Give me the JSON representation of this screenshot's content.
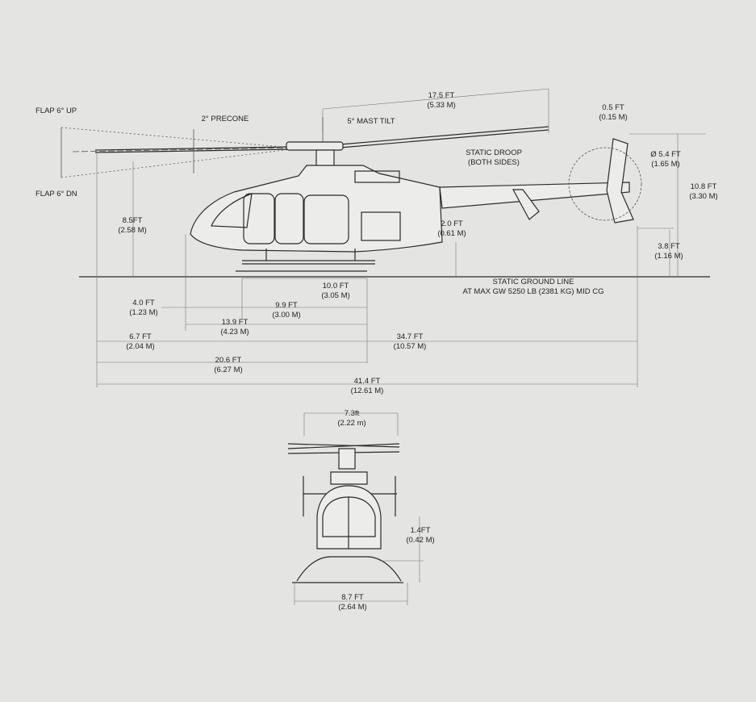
{
  "side_view": {
    "flap_up": "FLAP 6° UP",
    "flap_dn": "FLAP 6° DN",
    "precone": "2° PRECONE",
    "mast_tilt": "5° MAST TILT",
    "rotor_radius": {
      "ft": "17.5 FT",
      "m": "(5.33 M)"
    },
    "tail_offset": {
      "ft": "0.5 FT",
      "m": "(0.15 M)"
    },
    "static_droop": {
      "line1": "STATIC DROOP",
      "line2": "(BOTH SIDES)"
    },
    "tail_rotor_dia": {
      "ft": "Ø 5.4 FT",
      "m": "(1.65 M)"
    },
    "overall_height": {
      "ft": "10.8 FT",
      "m": "(3.30 M)"
    },
    "cabin_height": {
      "ft": "8.5FT",
      "m": "(2.58 M)"
    },
    "boom_clearance": {
      "ft": "2.0 FT",
      "m": "(0.61 M)"
    },
    "tail_clearance": {
      "ft": "3.8 FT",
      "m": "(1.16 M)"
    },
    "ground_line": {
      "line1": "STATIC GROUND LINE",
      "line2": "AT MAX GW 5250 LB (2381 KG) MID CG"
    },
    "skid_length": {
      "ft": "10.0 FT",
      "m": "(3.05 M)"
    },
    "nose_to_skid": {
      "ft": "4.0 FT",
      "m": "(1.23 M)"
    },
    "cg_span": {
      "ft": "9.9 FT",
      "m": "(3.00 M)"
    },
    "nose_to_mast": {
      "ft": "13.9 FT",
      "m": "(4.23 M)"
    },
    "tip_to_nose": {
      "ft": "6.7 FT",
      "m": "(2.04 M)"
    },
    "mast_to_tail": {
      "ft": "34.7 FT",
      "m": "(10.57 M)"
    },
    "tip_to_mast": {
      "ft": "20.6 FT",
      "m": "(6.27 M)"
    },
    "overall_length": {
      "ft": "41.4 FT",
      "m": "(12.61 M)"
    }
  },
  "front_view": {
    "stabilizer_span": {
      "ft": "7.3ft",
      "m": "(2.22 m)"
    },
    "skid_height": {
      "ft": "1.4FT",
      "m": "(0.42 M)"
    },
    "skid_width": {
      "ft": "8.7 FT",
      "m": "(2.64 M)"
    }
  }
}
